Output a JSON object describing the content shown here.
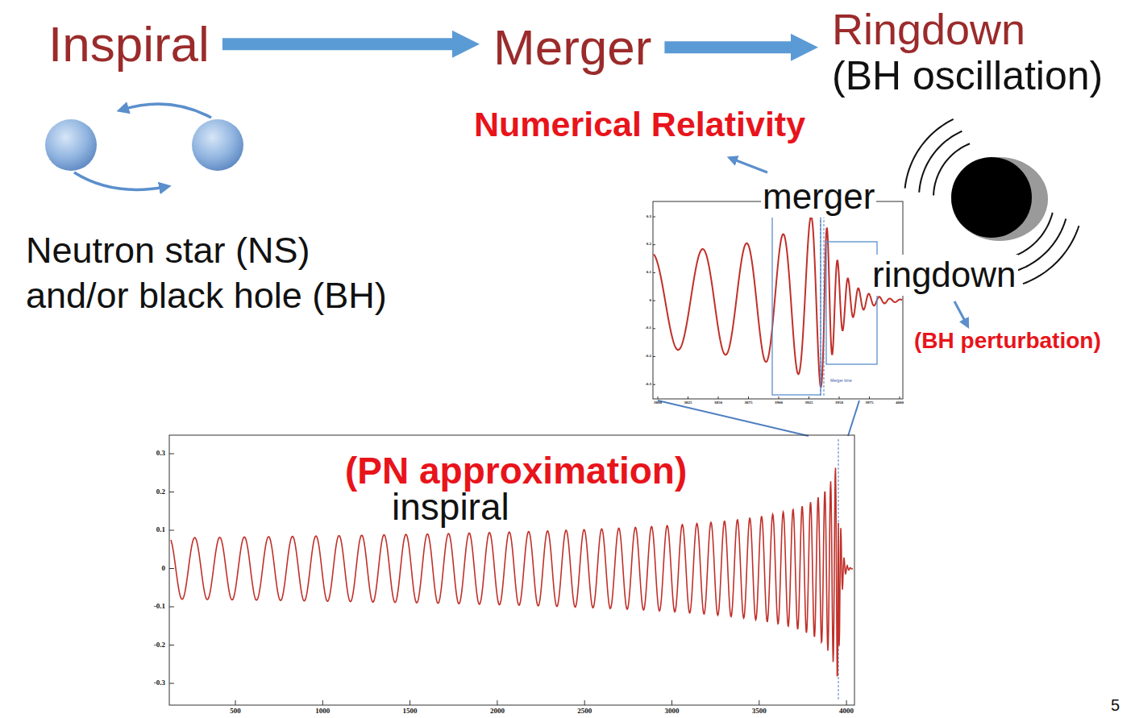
{
  "diagram": {
    "nodes": [
      {
        "text": [
          "Inspiral"
        ]
      },
      {
        "text": [
          "Merger"
        ]
      },
      {
        "text": [
          "Ringdown",
          "(BH oscillation)"
        ]
      }
    ],
    "edges": [
      {
        "from": 0,
        "to": 1,
        "arrow": "to"
      },
      {
        "from": 1,
        "to": 2,
        "arrow": "to"
      }
    ],
    "labels": [
      "Neutron star (NS) and/or black hole (BH)",
      "Numerical Relativity",
      "merger",
      "ringdown",
      "(BH perturbation)",
      "(PN approximation)",
      "inspiral",
      "0.3",
      "0.2",
      "0.1",
      "0",
      "-0.1",
      "-0.2",
      "-0.3",
      "500",
      "1000",
      "1500",
      "2000",
      "2500",
      "3000",
      "3500",
      "4000",
      "0.3",
      "0.2",
      "0.1",
      "0",
      "-0.1",
      "-0.2",
      "-0.3",
      "3800",
      "3825",
      "3850",
      "3875",
      "3900",
      "3925",
      "3950",
      "3975",
      "4000",
      "Merger time",
      "5"
    ]
  }
}
